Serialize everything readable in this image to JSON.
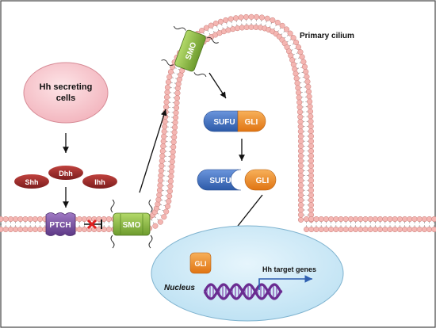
{
  "labels": {
    "hh_secreting": [
      "Hh secreting",
      "cells"
    ],
    "shh": "Shh",
    "dhh": "Dhh",
    "ihh": "Ihh",
    "ptch": "PTCH",
    "smo_membrane": "SMO",
    "smo_cilium": "SMO",
    "primary_cilium": "Primary cilium",
    "sufu_bound": "SUFU",
    "gli_bound": "GLI",
    "sufu_free": "SUFU",
    "gli_free": "GLI",
    "gli_nucleus": "GLI",
    "nucleus": "Nucleus",
    "hh_target_genes": "Hh target genes"
  },
  "colors": {
    "membrane_head": "#f4b6b2",
    "membrane_head_stroke": "#c77a76",
    "membrane_tail": "#8c8c8c",
    "hh_cell_fill": "#f7c9cf",
    "ligand_fill": "#9b2a2a",
    "ptch_fill": "#7b4fa3",
    "smo_fill": "#86b640",
    "sufu_fill": "#3f6fc0",
    "gli_fill": "#f08a24",
    "nucleus_fill": "#cfe9f7",
    "dna_fill": "#6a2c91",
    "inhibit_mark": "#e02020",
    "target_arrow": "#2e5fb0"
  },
  "icons": {
    "inhibition": "red-x-mark-icon",
    "transcription": "bent-arrow-icon"
  }
}
